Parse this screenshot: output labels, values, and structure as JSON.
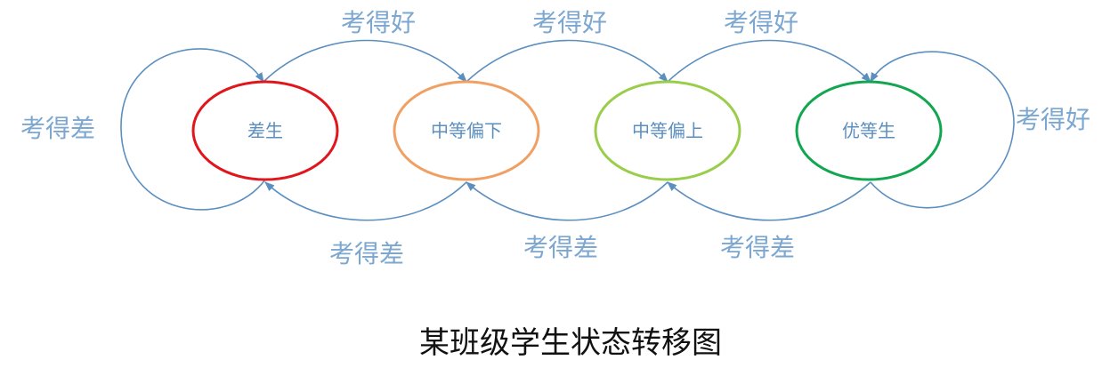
{
  "diagram": {
    "caption": "某班级学生状态转移图",
    "colors": {
      "edge": "#5b8fc0",
      "edge_label": "#7ca7d1",
      "node_label": "#5b8fc0",
      "caption": "#111111"
    },
    "nodes": [
      {
        "label": "差生",
        "border_color": "#e0161c"
      },
      {
        "label": "中等偏下",
        "border_color": "#f0a062"
      },
      {
        "label": "中等偏上",
        "border_color": "#9acd4a"
      },
      {
        "label": "优等生",
        "border_color": "#12a650"
      }
    ],
    "edges": {
      "self_loop_left": "考得差",
      "self_loop_right": "考得好",
      "up_1": "考得好",
      "up_2": "考得好",
      "up_3": "考得好",
      "down_1": "考得差",
      "down_2": "考得差",
      "down_3": "考得差"
    }
  }
}
